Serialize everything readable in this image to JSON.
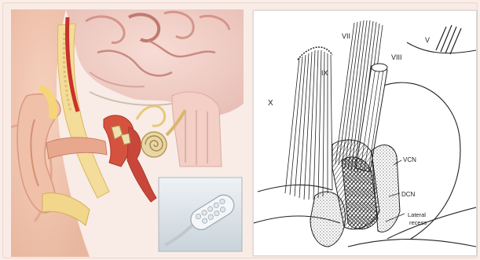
{
  "right_panel": {
    "labels": {
      "x": "X",
      "ix": "IX",
      "vii": "VII",
      "viii": "VIII",
      "v": "V",
      "vcn": "VCN",
      "dcn": "DCN",
      "lateral": "Lateral",
      "recess": "recess"
    }
  }
}
